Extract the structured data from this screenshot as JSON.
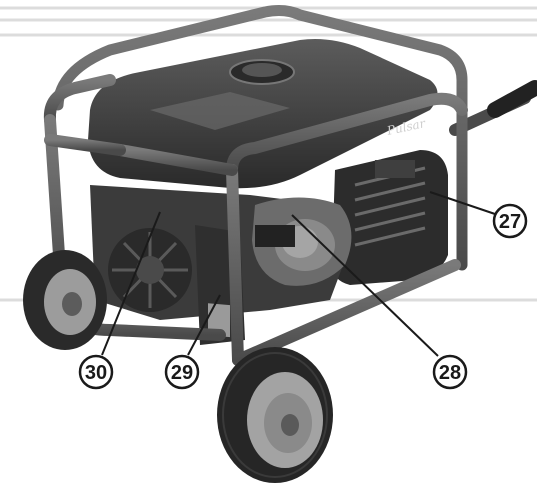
{
  "figure": {
    "subject": "portable generator on wheeled frame",
    "callouts": [
      {
        "id": "27",
        "label": "27"
      },
      {
        "id": "28",
        "label": "28"
      },
      {
        "id": "29",
        "label": "29"
      },
      {
        "id": "30",
        "label": "30"
      }
    ]
  },
  "colors": {
    "background": "#ffffff",
    "frame": "#5a5a5a",
    "engine_dark": "#3b3b3b",
    "tire": "#2e2e2e",
    "callout_stroke": "#1a1a1a"
  }
}
